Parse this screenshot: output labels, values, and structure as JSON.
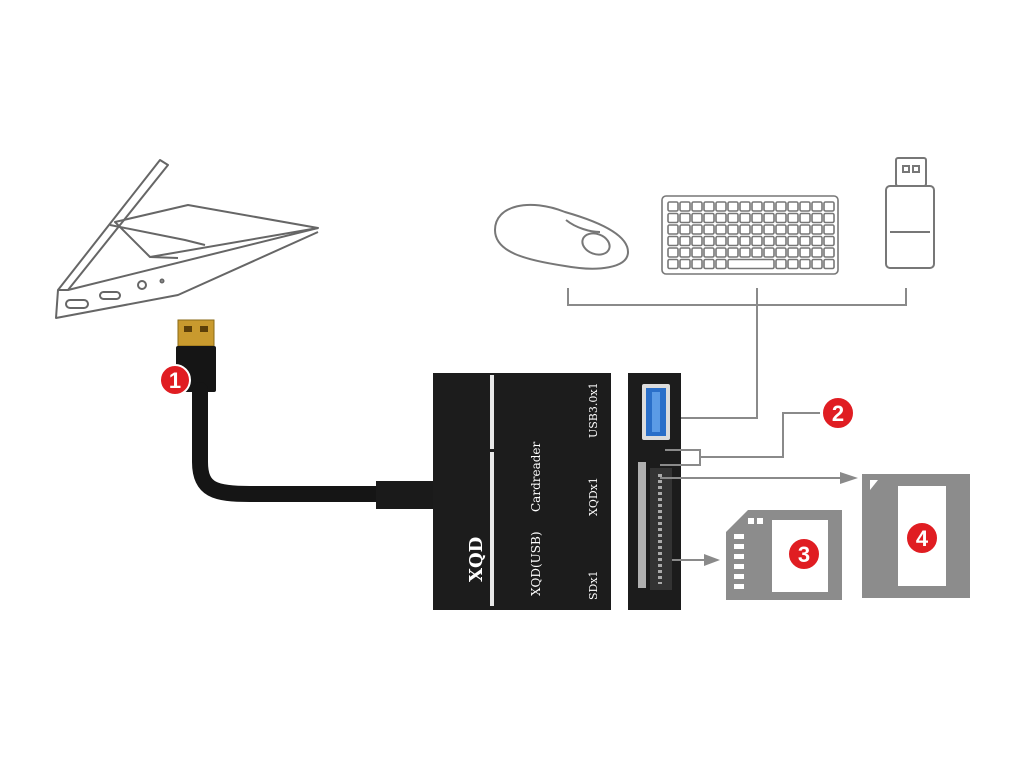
{
  "device": {
    "brand": "XQD",
    "model_line": "XQD(USB)",
    "product": "Cardreader",
    "port_usb": "USB3.0x1",
    "port_xqd": "XQDx1",
    "port_sd": "SDx1"
  },
  "markers": {
    "m1": "1",
    "m2": "2",
    "m3": "3",
    "m4": "4"
  },
  "colors": {
    "marker": "#e01d22",
    "device_body": "#1c1c1c",
    "card_gray": "#8c8c8c",
    "usb_port_blue": "#2a6fc9",
    "line_gray": "#7a7a7a"
  },
  "icons": [
    "laptop-icon",
    "usb-a-plug-icon",
    "mouse-icon",
    "keyboard-icon",
    "usb-flash-drive-icon",
    "sd-card-icon",
    "xqd-card-icon"
  ]
}
